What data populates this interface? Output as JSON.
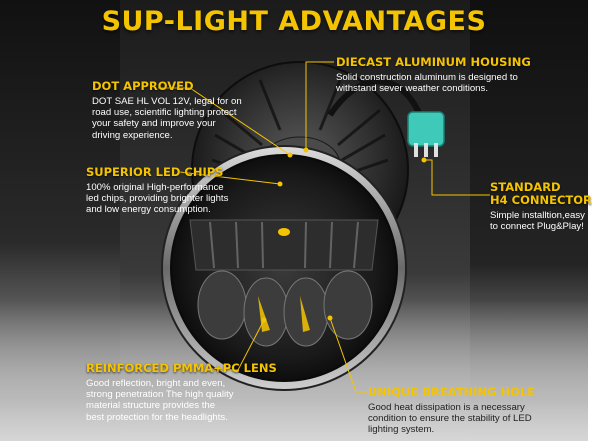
{
  "title": "SUP-LIGHT ADVANTAGES",
  "colors": {
    "accent": "#f5c400",
    "connector": "#3fc9b8",
    "leader": "#f5c400"
  },
  "features": [
    {
      "id": "dot",
      "title": "DOT APPROVED",
      "lines": [
        "DOT SAE HL VOL 12V, legal for on",
        "road use, scientific lighting protect",
        "your safety and improve your",
        "driving experience."
      ]
    },
    {
      "id": "diecast",
      "title": "DIECAST ALUMINUM HOUSING",
      "lines": [
        "Solid construction aluminum is designed to",
        "withstand sever weather conditions."
      ]
    },
    {
      "id": "chips",
      "title": "SUPERIOR LED CHIPS",
      "lines": [
        "100% original High-performance",
        "led chips, providing brighter lights",
        "and low energy consumption."
      ]
    },
    {
      "id": "connector",
      "title_lines": [
        "STANDARD",
        "H4 CONNECTOR"
      ],
      "lines": [
        "Simple installtion,easy",
        "to connect Plug&Play!"
      ]
    },
    {
      "id": "lens",
      "title": "REINFORCED PMMA+PC LENS",
      "lines": [
        "Good reflection, bright and even,",
        "strong penetration The high quality",
        "material structure provides the",
        "best protection for the headlights."
      ]
    },
    {
      "id": "breathing",
      "title": "UNIQUE BREATHING HOLE",
      "lines": [
        "Good heat dissipation is a necessary",
        "condition to ensure the stability of LED",
        "lighting system."
      ]
    }
  ]
}
